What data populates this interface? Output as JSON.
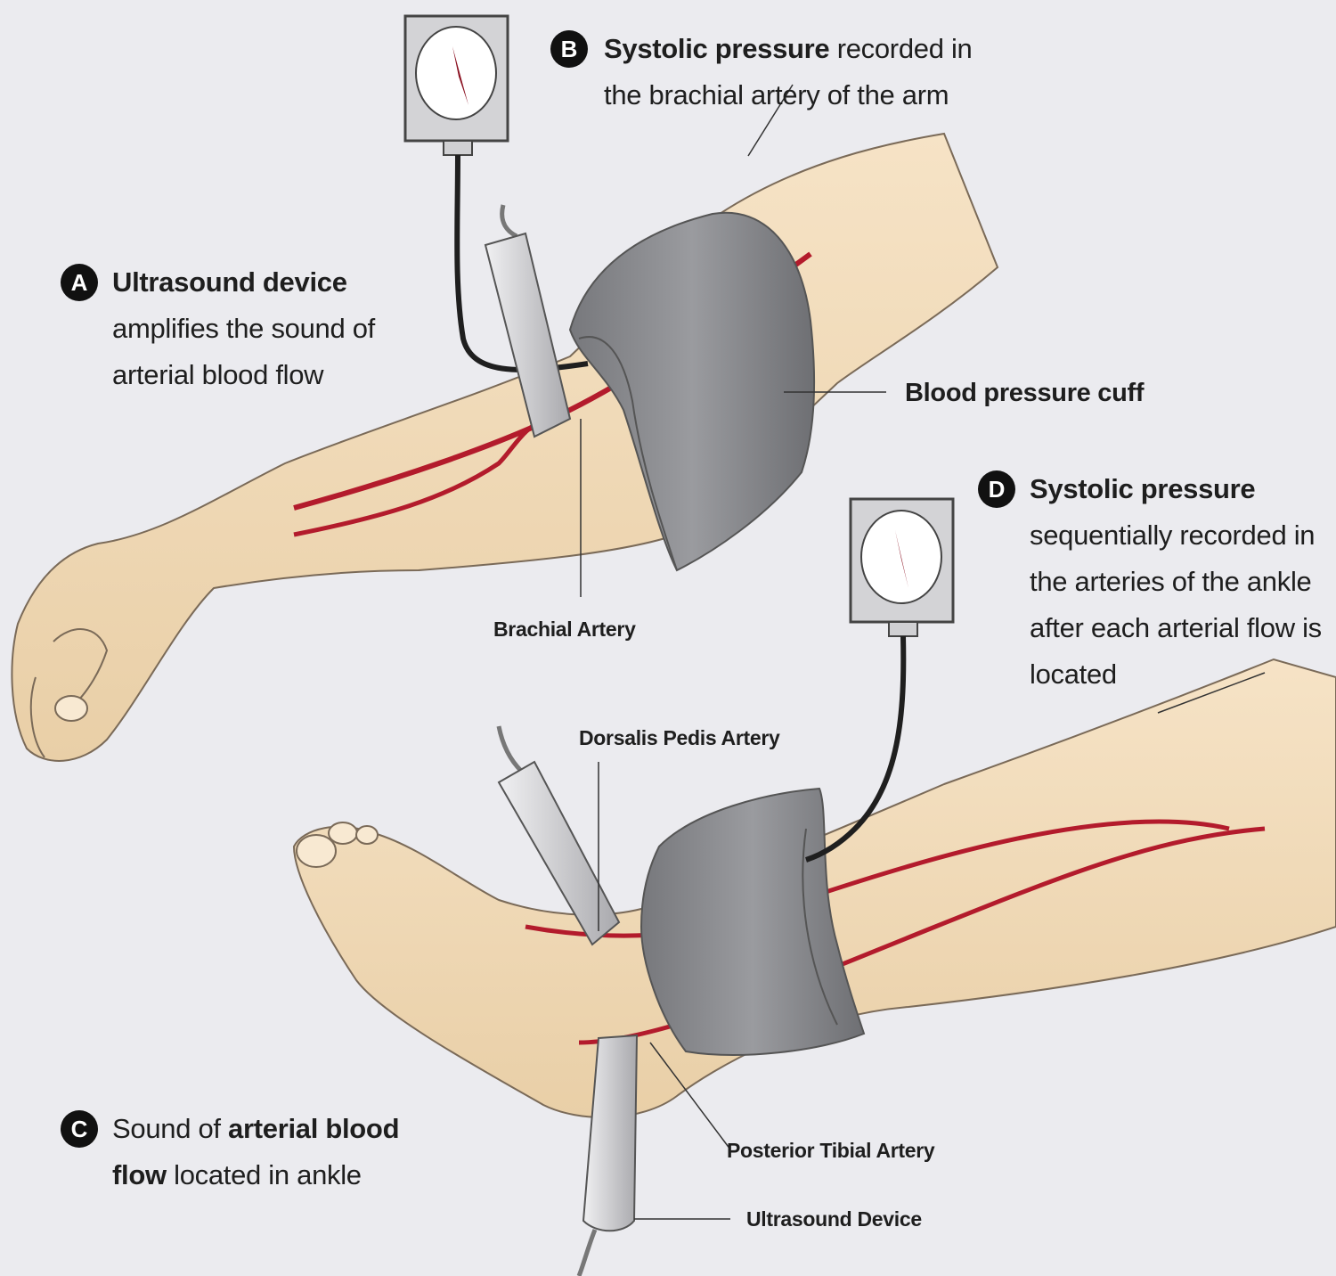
{
  "callouts": {
    "a": {
      "badge": "A",
      "bold": "Ultrasound device",
      "line2": "amplifies the sound of",
      "line3": "arterial blood flow"
    },
    "b": {
      "badge": "B",
      "bold": "Systolic pressure",
      "rest": " recorded in",
      "line2": "the brachial artery of the arm"
    },
    "c": {
      "badge": "C",
      "pre": "Sound of ",
      "bold1": "arterial blood",
      "bold2": "flow",
      "rest": " located in ankle"
    },
    "d": {
      "badge": "D",
      "bold": "Systolic pressure",
      "line2": "sequentially recorded in",
      "line3": "the arteries of the ankle",
      "line4": "after each arterial flow is",
      "line5": "located"
    }
  },
  "labels": {
    "cuff": "Blood pressure cuff",
    "brachial": "Brachial Artery",
    "dorsalis": "Dorsalis Pedis Artery",
    "posterior": "Posterior Tibial Artery",
    "ultrasound": "Ultrasound Device"
  },
  "colors": {
    "background": "#ebebef",
    "skin": "#f2dcba",
    "artery": "#b31b2c",
    "cuff": "#8c8d90",
    "probe": "#d8d8db",
    "gauge_frame": "#cfcfd2"
  },
  "icons": {
    "gauge_top": "pressure-gauge-icon",
    "gauge_bottom": "pressure-gauge-icon",
    "probe_arm": "ultrasound-probe-icon",
    "probe_dorsalis": "ultrasound-probe-icon",
    "probe_posterior": "ultrasound-probe-icon"
  }
}
